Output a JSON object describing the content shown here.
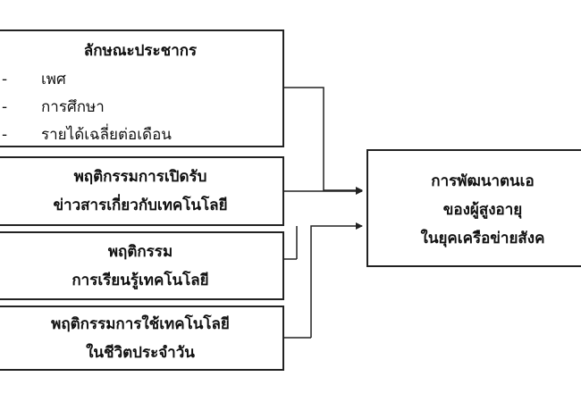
{
  "demographics": {
    "title": "ลักษณะประชากร",
    "items": [
      {
        "dash": "-",
        "text": "เพศ"
      },
      {
        "dash": "-",
        "text": "การศึกษา"
      },
      {
        "dash": "-",
        "text": "รายได้เฉลี่ยต่อเดือน"
      }
    ]
  },
  "news_exposure": {
    "line1": "พฤติกรรมการเปิดรับ",
    "line2": "ข่าวสารเกี่ยวกับเทคโนโลยี"
  },
  "learning": {
    "line1": "พฤติกรรม",
    "line2": "การเรียนรู้เทคโนโลยี"
  },
  "daily_use": {
    "line1": "พฤติกรรมการใช้เทคโนโลยี",
    "line2": "ในชีวิตประจำวัน"
  },
  "outcome": {
    "line1": "การพัฒนาตนเอ",
    "line2": "ของผู้สูงอายุ",
    "line3": "ในยุคเครือข่ายสังค"
  }
}
